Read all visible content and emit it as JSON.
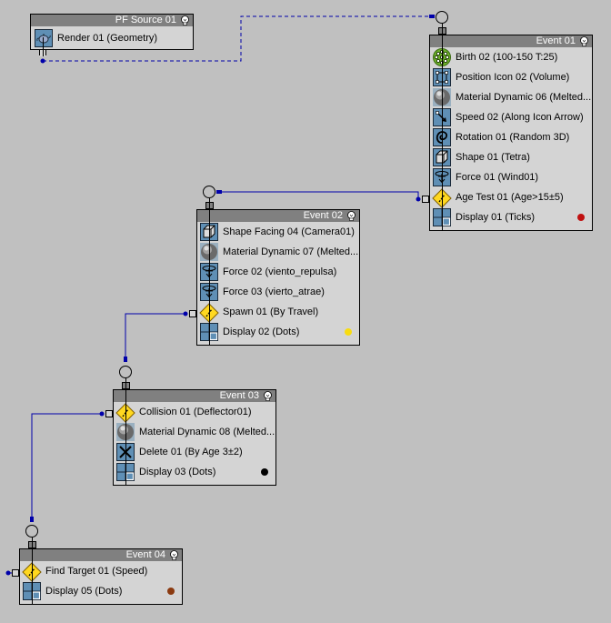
{
  "colors": {
    "canvas": "#c0c0c0",
    "node_body": "#d4d4d4",
    "node_header": "#808080",
    "wire": "#0000aa",
    "icon_blue": "#5f8fb5",
    "test_yellow": "#ffd820"
  },
  "source": {
    "title": "PF Source 01",
    "operators": [
      {
        "label": "Render 01 (Geometry)",
        "icon": "render-teapot-icon"
      }
    ]
  },
  "events": [
    {
      "title": "Event 01",
      "operators": [
        {
          "label": "Birth 02 (100-150 T:25)",
          "icon": "birth-icon"
        },
        {
          "label": "Position Icon 02 (Volume)",
          "icon": "position-icon"
        },
        {
          "label": "Material Dynamic 06 (Melted...",
          "icon": "material-sphere-icon"
        },
        {
          "label": "Speed 02 (Along Icon Arrow)",
          "icon": "speed-icon"
        },
        {
          "label": "Rotation 01 (Random 3D)",
          "icon": "rotation-icon"
        },
        {
          "label": "Shape 01 (Tetra)",
          "icon": "shape-cube-icon"
        },
        {
          "label": "Force 01 (Wind01)",
          "icon": "force-icon"
        },
        {
          "label": "Age Test 01 (Age>15±5)",
          "icon": "test-diamond-icon"
        },
        {
          "label": "Display 01 (Ticks)",
          "icon": "display-icon",
          "color": "#c01010"
        }
      ]
    },
    {
      "title": "Event 02",
      "operators": [
        {
          "label": "Shape Facing 04 (Camera01)",
          "icon": "shape-cube-icon"
        },
        {
          "label": "Material Dynamic 07 (Melted...",
          "icon": "material-sphere-icon"
        },
        {
          "label": "Force 02 (viento_repulsa)",
          "icon": "force-icon"
        },
        {
          "label": "Force 03 (vierto_atrae)",
          "icon": "force-icon"
        },
        {
          "label": "Spawn 01 (By Travel)",
          "icon": "test-diamond-icon"
        },
        {
          "label": "Display 02 (Dots)",
          "icon": "display-icon",
          "color": "#f8dc10"
        }
      ]
    },
    {
      "title": "Event 03",
      "operators": [
        {
          "label": "Collision 01 (Deflector01)",
          "icon": "test-diamond-icon"
        },
        {
          "label": "Material Dynamic 08 (Melted...",
          "icon": "material-sphere-icon"
        },
        {
          "label": "Delete 01 (By Age 3±2)",
          "icon": "delete-x-icon"
        },
        {
          "label": "Display 03 (Dots)",
          "icon": "display-icon",
          "color": "#000000"
        }
      ]
    },
    {
      "title": "Event 04",
      "operators": [
        {
          "label": "Find Target 01 (Speed)",
          "icon": "test-diamond-icon"
        },
        {
          "label": "Display 05 (Dots)",
          "icon": "display-icon",
          "color": "#8b3a10"
        }
      ]
    }
  ]
}
